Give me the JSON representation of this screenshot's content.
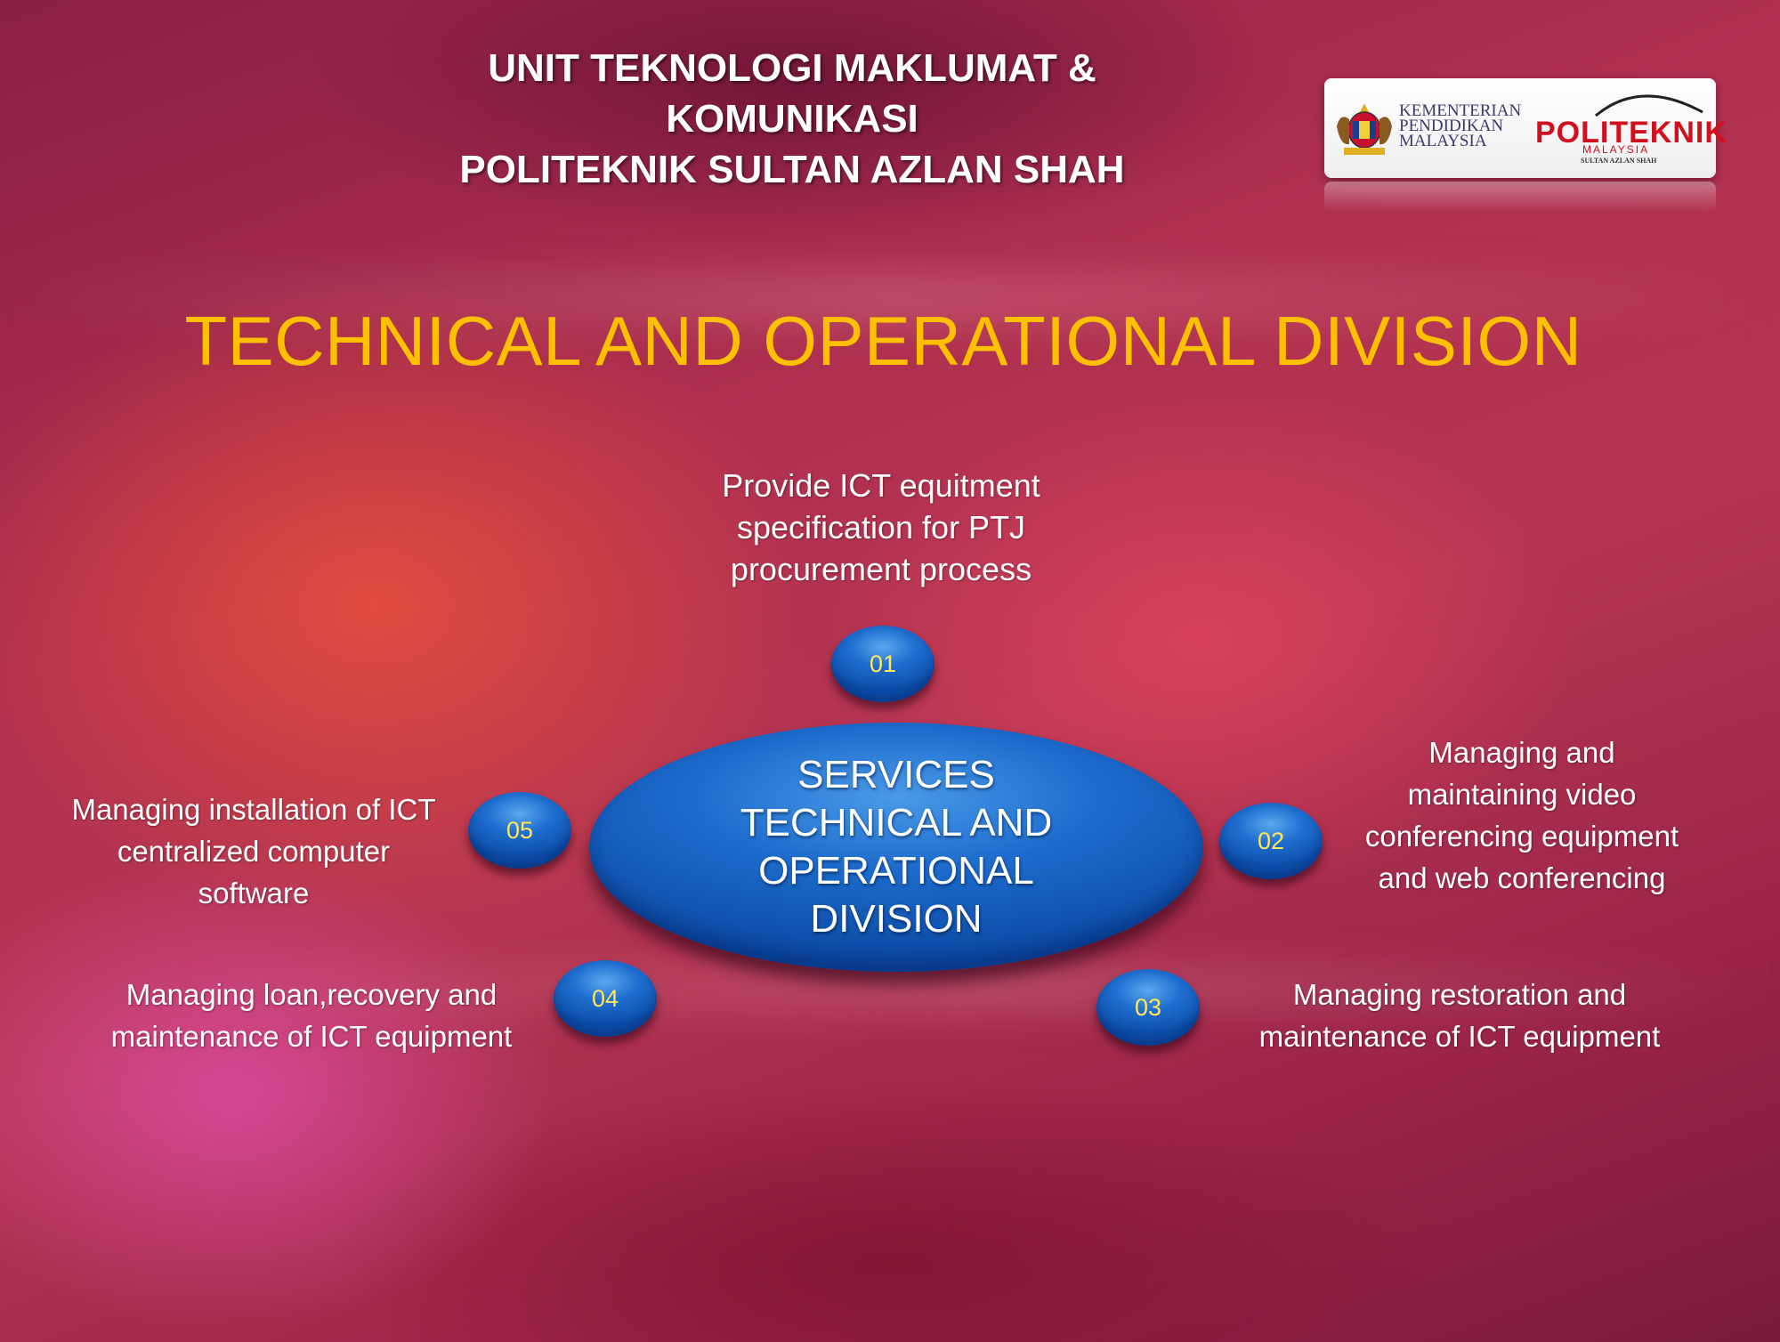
{
  "header": {
    "line1": "UNIT TEKNOLOGI MAKLUMAT &",
    "line2": "KOMUNIKASI",
    "line3": "POLITEKNIK SULTAN AZLAN SHAH"
  },
  "logo": {
    "kpm_line1": "KEMENTERIAN",
    "kpm_line2": "PENDIDIKAN",
    "kpm_line3": "MALAYSIA",
    "poli_name": "POLITEKNIK",
    "poli_sub": "MALAYSIA",
    "poli_campus": "SULTAN AZLAN SHAH"
  },
  "title": "TECHNICAL AND OPERATIONAL DIVISION",
  "center": {
    "line1": "SERVICES",
    "line2": "TECHNICAL AND",
    "line3": "OPERATIONAL",
    "line4": "DIVISION"
  },
  "items": [
    {
      "number": "01",
      "lines": [
        "Provide ICT equitment",
        "specification for PTJ",
        "procurement process"
      ]
    },
    {
      "number": "02",
      "lines": [
        "Managing and",
        "maintaining video",
        "conferencing equipment",
        "and web conferencing"
      ]
    },
    {
      "number": "03",
      "lines": [
        "Managing restoration and",
        "maintenance of ICT equipment"
      ]
    },
    {
      "number": "04",
      "lines": [
        "Managing loan,recovery and",
        "maintenance of ICT equipment"
      ]
    },
    {
      "number": "05",
      "lines": [
        "Managing installation of ICT",
        "centralized computer",
        "software"
      ]
    }
  ]
}
